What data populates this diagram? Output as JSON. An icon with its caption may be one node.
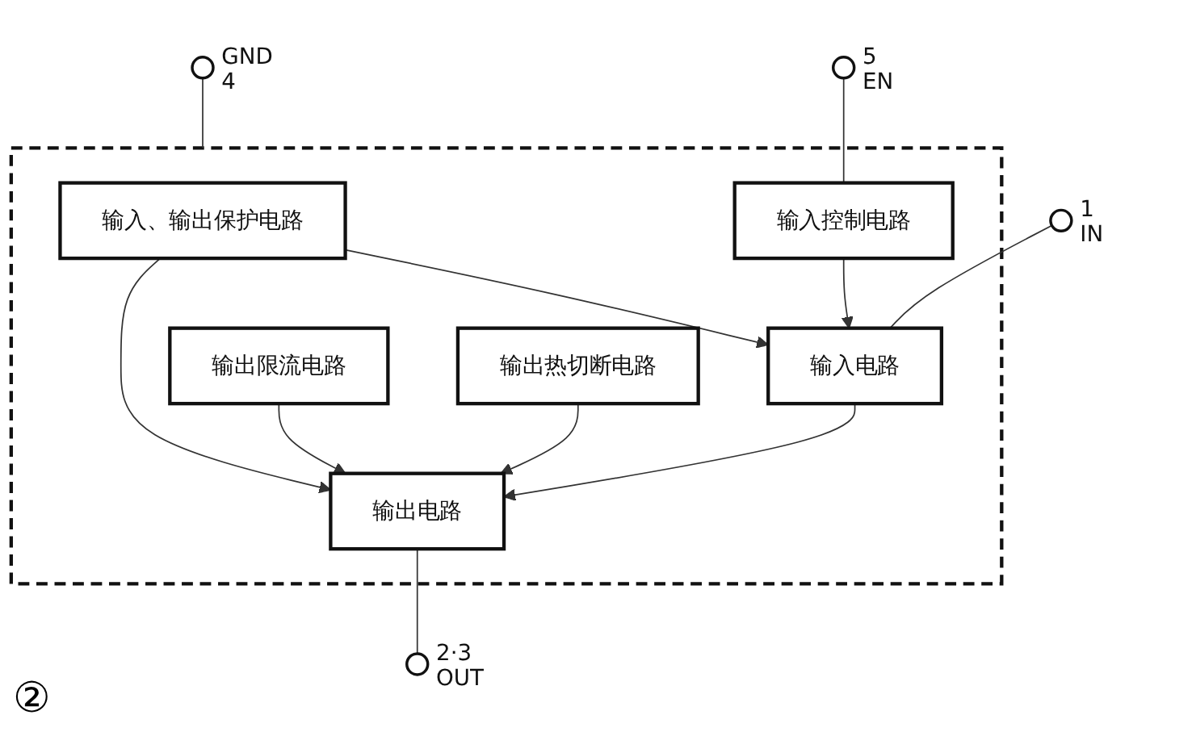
{
  "diagram": {
    "nodes": [
      {
        "text": [],
        "shape": "box"
      },
      {
        "text": [
          "输入、输出保护电路"
        ],
        "in": 0
      },
      {
        "text": [
          "输入电路"
        ],
        "in": 0
      },
      {
        "text": [
          "输出限流电路"
        ],
        "in": 0
      },
      {
        "text": [
          "输出电路"
        ],
        "in": 0
      },
      {
        "text": [
          "输出热切断电路"
        ],
        "in": 0
      },
      {
        "text": [
          "输入控制电路"
        ],
        "in": 0
      },
      {
        "text": [],
        "shape": "circle",
        "beside": [
          "1",
          "IN"
        ]
      },
      {
        "text": [],
        "shape": "circle",
        "beside": [
          "2·3",
          "OUT"
        ]
      },
      {
        "text": [],
        "shape": "circle",
        "beside": [
          "5",
          "EN"
        ]
      },
      {
        "text": [],
        "shape": "circle",
        "beside": [
          "GND",
          "4"
        ]
      }
    ],
    "edges": [
      {
        "from": 1,
        "to": 2,
        "arrow": "to"
      },
      {
        "from": 1,
        "to": 4,
        "arrow": "to"
      },
      {
        "from": 3,
        "to": 4,
        "arrow": "to"
      },
      {
        "from": 5,
        "to": 4,
        "arrow": "to"
      },
      {
        "from": 2,
        "to": 4,
        "arrow": "to"
      },
      {
        "from": 6,
        "to": 2,
        "arrow": "to"
      },
      {
        "from": 7,
        "to": 2,
        "arrow": "none"
      },
      {
        "from": 4,
        "to": 8,
        "arrow": "none"
      },
      {
        "from": 9,
        "to": 6,
        "arrow": "none"
      },
      {
        "from": 10,
        "to": 0,
        "arrow": "none"
      }
    ],
    "labels": [
      "②"
    ]
  }
}
